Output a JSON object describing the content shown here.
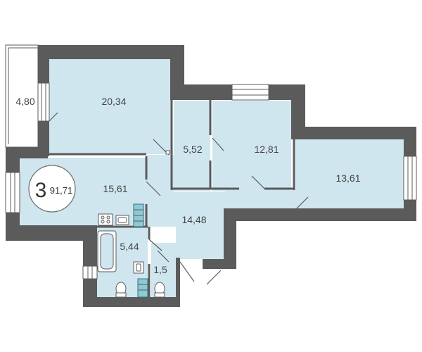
{
  "apartment": {
    "rooms_count": "3",
    "total_area": "91,71"
  },
  "rooms": {
    "loggia": {
      "area": "4,80"
    },
    "bedroom_top": {
      "area": "20,34"
    },
    "wardrobe": {
      "area": "5,52"
    },
    "bedroom_middle": {
      "area": "12,81"
    },
    "living_room": {
      "area": "13,61"
    },
    "kitchen": {
      "area": "15,61"
    },
    "hallway": {
      "area": "14,48"
    },
    "bathroom": {
      "area": "5,44"
    },
    "toilet": {
      "area": "1,5"
    }
  },
  "colors": {
    "room_fill": "#cfe6ef",
    "wall": "#5b5b5b",
    "radiator": "#8ec9d6"
  }
}
